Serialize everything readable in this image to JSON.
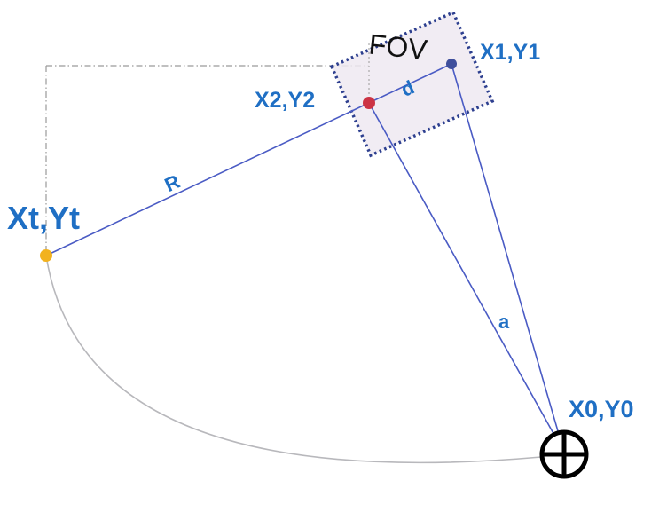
{
  "labels": {
    "fov": "FOV",
    "p1": "X1,Y1",
    "p2": "X2,Y2",
    "target": "Xt,Yt",
    "origin": "X0,Y0",
    "d": "d",
    "r": "R",
    "a": "a"
  },
  "colors": {
    "line": "#4a5bc4",
    "label": "#1f6fc4",
    "point_p1": "#3f4f9c",
    "point_p2": "#cc3344",
    "point_target": "#f2b21f",
    "fov_border": "#2d3f8f",
    "fov_fill": "#efe9f1",
    "arc": "#b8b8bc",
    "dash_dot": "#9a9a9a"
  },
  "icons": {
    "origin": "crosshair-circle-icon"
  }
}
